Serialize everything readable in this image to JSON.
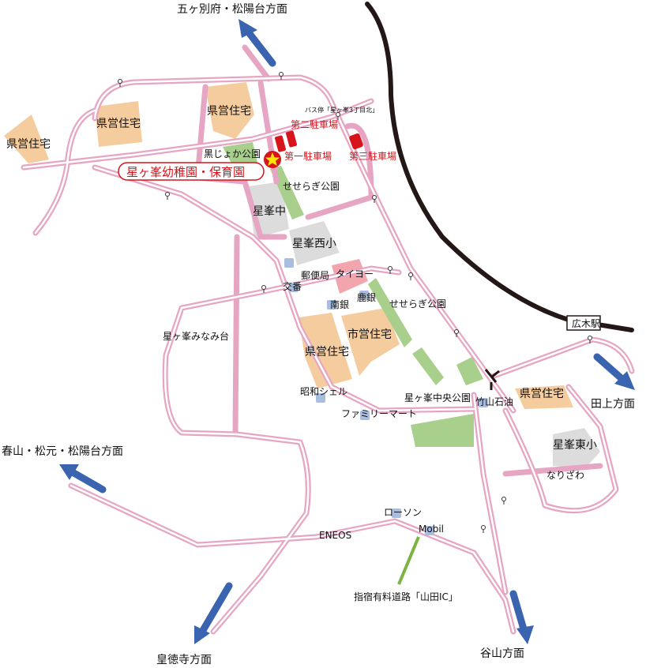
{
  "colors": {
    "road": "#e6a6c3",
    "housing": "#f5cc9e",
    "school": "#dcdcdc",
    "park": "#a8cf8c",
    "parking": "#d7141c",
    "facility": "#a9bde0",
    "arrow": "#3a63b0",
    "rail": "#231815",
    "taiyo": "#f2a5ad"
  },
  "directions": {
    "north": "五ヶ別府・松陽台方面",
    "west": "春山・松元・松陽台方面",
    "east": "田上方面",
    "south_west": "皇徳寺方面",
    "south": "谷山方面"
  },
  "destination": {
    "label": "星ヶ峯幼稚園・保育園",
    "icon": "star-icon"
  },
  "station": "広木駅",
  "parking": [
    "第一駐車場",
    "第二駐車場",
    "第三駐車場"
  ],
  "bus_stop": "バス停「星ヶ峯3丁目北」",
  "housing": [
    "県営住宅",
    "県営住宅",
    "県営住宅",
    "県営住宅",
    "市営住宅",
    "県営住宅"
  ],
  "schools": [
    "星峯中",
    "星峯西小",
    "星峯東小"
  ],
  "parks": [
    "黒じょか公園",
    "せせらぎ公園",
    "せせらぎ公園",
    "星ヶ峯中央公園"
  ],
  "facilities": [
    "タイヨー",
    "郵便局",
    "交番",
    "南銀",
    "鹿銀",
    "昭和シェル",
    "ファミリーマート",
    "竹山石油",
    "ローソン",
    "Mobil",
    "ENEOS"
  ],
  "areas": [
    "星ヶ峯みなみ台",
    "なりざわ"
  ],
  "highway": "指宿有料道路「山田IC」"
}
